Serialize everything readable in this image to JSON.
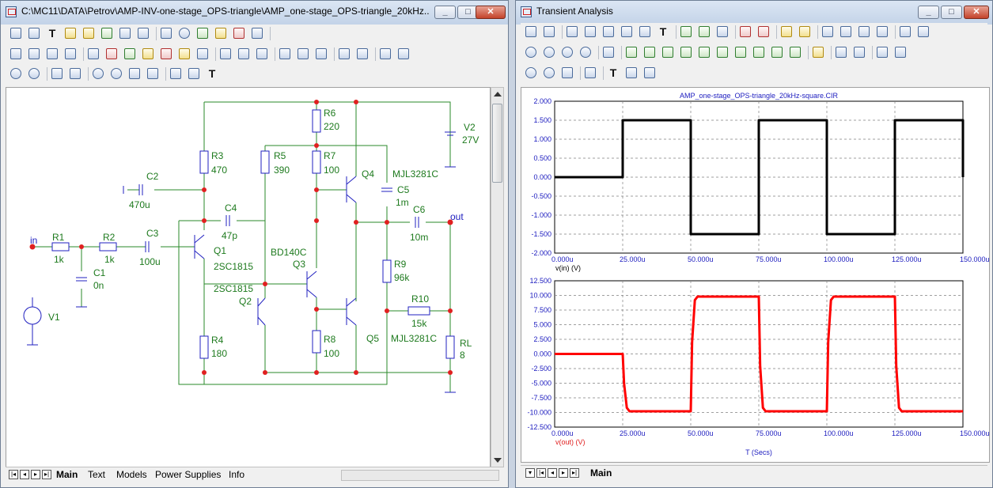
{
  "left_window": {
    "title": "C:\\MC11\\DATA\\Petrov\\AMP-INV-one-stage_OPS-triangle\\AMP_one-stage_OPS-triangle_20kHz...",
    "tabs": [
      "Main",
      "Text",
      "Models",
      "Power Supplies",
      "Info"
    ],
    "schematic": {
      "nodes": {
        "in": "in",
        "out": "out"
      },
      "parts": [
        {
          "ref": "R1",
          "value": "1k"
        },
        {
          "ref": "R2",
          "value": "1k"
        },
        {
          "ref": "C1",
          "value": "0n"
        },
        {
          "ref": "C2",
          "value": "470u"
        },
        {
          "ref": "C3",
          "value": "100u"
        },
        {
          "ref": "C4",
          "value": "47p"
        },
        {
          "ref": "C5",
          "value": "1m"
        },
        {
          "ref": "C6",
          "value": "10m"
        },
        {
          "ref": "R3",
          "value": "470"
        },
        {
          "ref": "R4",
          "value": "180"
        },
        {
          "ref": "R5",
          "value": "390"
        },
        {
          "ref": "R6",
          "value": "220"
        },
        {
          "ref": "R7",
          "value": "100"
        },
        {
          "ref": "R8",
          "value": "100"
        },
        {
          "ref": "R9",
          "value": "96k"
        },
        {
          "ref": "R10",
          "value": "15k"
        },
        {
          "ref": "RL",
          "value": "8"
        },
        {
          "ref": "V1",
          "value": ""
        },
        {
          "ref": "V2",
          "value": "27V"
        },
        {
          "ref": "Q1",
          "value": "2SC1815"
        },
        {
          "ref": "Q2",
          "value": "2SC1815"
        },
        {
          "ref": "Q3",
          "value": "BD140C"
        },
        {
          "ref": "Q4",
          "value": "MJL3281C"
        },
        {
          "ref": "Q5",
          "value": "MJL3281C"
        }
      ]
    }
  },
  "right_window": {
    "title": "Transient Analysis",
    "tabs": [
      "Main"
    ],
    "chart_data": [
      {
        "type": "line",
        "title": "AMP_one-stage_OPS-triangle_20kHz-square.CIR",
        "ylabel": "v(in) (V)",
        "xlabel": "",
        "xlim": [
          0,
          150
        ],
        "ylim": [
          -2,
          2
        ],
        "grid": true,
        "x_ticks": [
          "0.000u",
          "25.000u",
          "50.000u",
          "75.000u",
          "100.000u",
          "125.000u",
          "150.000u"
        ],
        "y_ticks": [
          "2.000",
          "1.500",
          "1.000",
          "0.500",
          "0.000",
          "-0.500",
          "-1.000",
          "-1.500",
          "-2.000"
        ],
        "color": "#000000",
        "series": [
          {
            "x": [
              0,
              25,
              25,
              50,
              50,
              75,
              75,
              100,
              100,
              125,
              125,
              150,
              150
            ],
            "values": [
              0,
              0,
              1.5,
              1.5,
              -1.5,
              -1.5,
              1.5,
              1.5,
              -1.5,
              -1.5,
              1.5,
              1.5,
              0
            ]
          }
        ]
      },
      {
        "type": "line",
        "title": "",
        "ylabel": "v(out) (V)",
        "xlabel": "T (Secs)",
        "xlim": [
          0,
          150
        ],
        "ylim": [
          -12.5,
          12.5
        ],
        "grid": true,
        "x_ticks": [
          "0.000u",
          "25.000u",
          "50.000u",
          "75.000u",
          "100.000u",
          "125.000u",
          "150.000u"
        ],
        "y_ticks": [
          "12.500",
          "10.000",
          "7.500",
          "5.000",
          "2.500",
          "0.000",
          "-2.500",
          "-5.000",
          "-7.500",
          "-10.000",
          "-12.500"
        ],
        "color": "#ff0000",
        "series": [
          {
            "x": [
              0,
              25,
              25.5,
              26.5,
              27.5,
              50,
              50.5,
              51.5,
              52.5,
              75,
              75.5,
              76.5,
              77.5,
              100,
              100.5,
              101.5,
              102.5,
              125,
              125.5,
              126.5,
              127.5,
              150
            ],
            "values": [
              0,
              0,
              -5,
              -9.2,
              -9.8,
              -9.8,
              2,
              9.2,
              9.8,
              9.8,
              -2,
              -9.2,
              -9.8,
              -9.8,
              2,
              9.2,
              9.8,
              9.8,
              -2,
              -9.2,
              -9.8,
              -9.8
            ]
          }
        ]
      }
    ]
  }
}
